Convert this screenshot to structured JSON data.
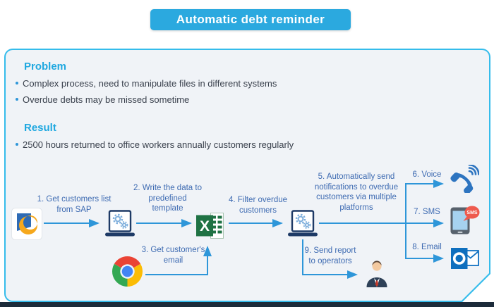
{
  "title": "Automatic debt reminder",
  "problem": {
    "heading": "Problem",
    "bullets": [
      "Complex process, need to manipulate files in different systems",
      "Overdue debts may be missed sometime"
    ]
  },
  "result": {
    "heading": "Result",
    "bullets": [
      "2500 hours returned to office workers annually customers regularly"
    ]
  },
  "flow": {
    "steps": [
      {
        "label": "1. Get customers list\nfrom SAP",
        "icon": "sap-icon"
      },
      {
        "label": "2. Write the data to\npredefined\ntemplate",
        "icon": "laptop-gears-icon"
      },
      {
        "label": "3. Get customer's\nemail",
        "icon": "chrome-icon"
      },
      {
        "label": "4. Filter overdue\ncustomers",
        "icon": "laptop-gears-icon"
      },
      {
        "label": "5. Automatically send\nnotifications to overdue\ncustomers via multiple\nplatforms",
        "icon": "laptop-gears-icon"
      },
      {
        "label": "6. Voice",
        "icon": "voice-call-icon"
      },
      {
        "label": "7. SMS",
        "icon": "sms-phone-icon"
      },
      {
        "label": "8. Email",
        "icon": "outlook-email-icon"
      },
      {
        "label": "9. Send report\nto operators",
        "icon": "operator-person-icon"
      }
    ],
    "excel_icon": "excel-icon",
    "excel_letter": "X",
    "sms_badge": "SMS"
  },
  "colors": {
    "banner_bg": "#2BA9DF",
    "card_border": "#35BCEB",
    "card_bg": "#F0F3F7",
    "heading_text": "#1FA8E0",
    "body_text": "#3A414D",
    "flow_text": "#3E6BB2",
    "arrow": "#2E96D9",
    "laptop_navy": "#1E3A66",
    "excel_green": "#1F7244",
    "sms_bubble_red": "#EE5A4E",
    "outlook_blue": "#0F6FBE",
    "voice_blue": "#2D74C0",
    "bottom_bar": "#1C2B3A"
  }
}
